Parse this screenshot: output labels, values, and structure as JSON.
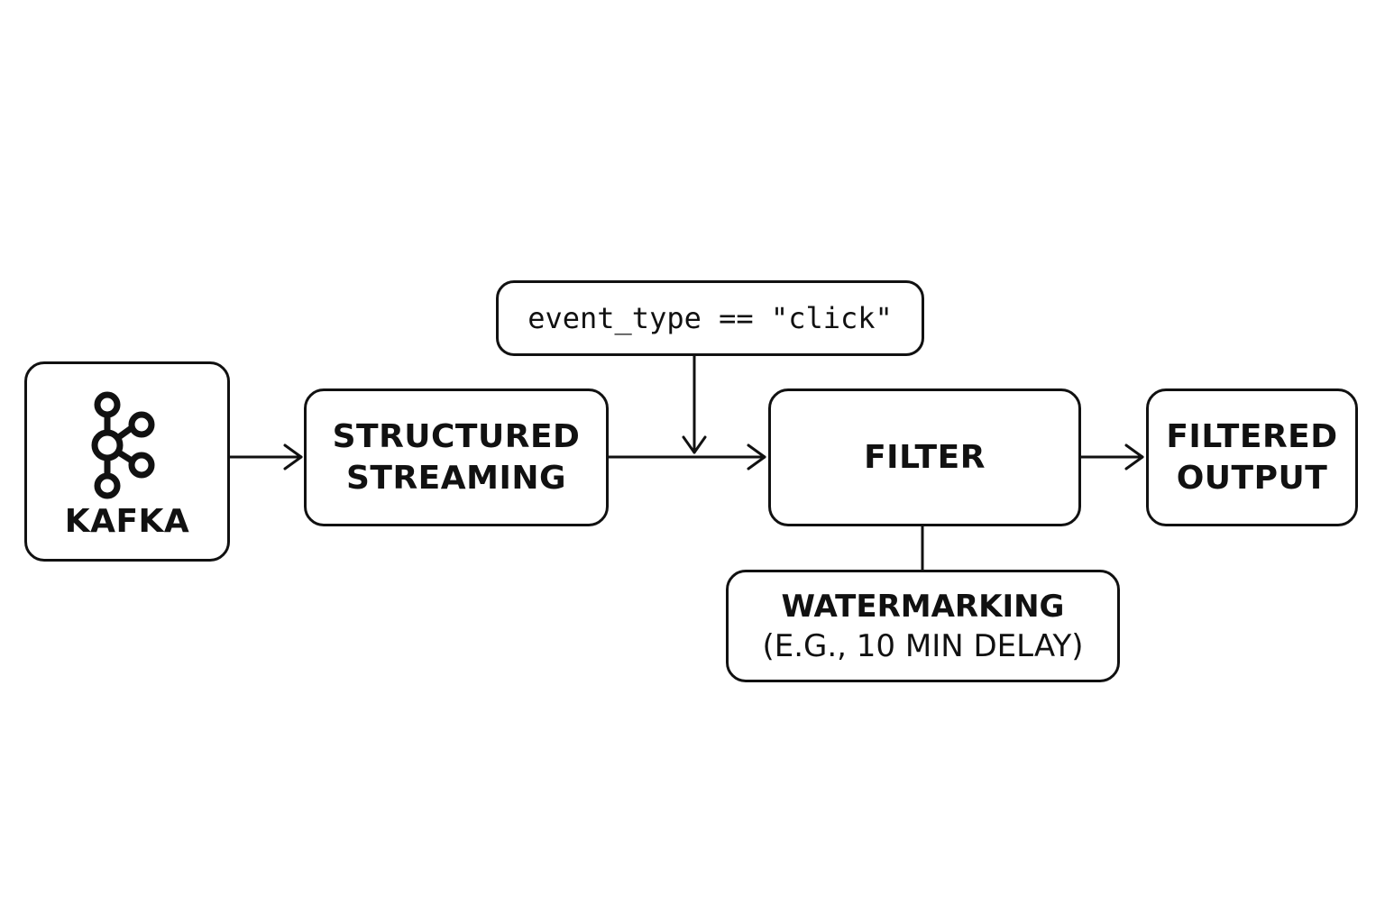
{
  "nodes": {
    "kafka": {
      "label": "KAFKA",
      "icon": "kafka-logo-icon"
    },
    "streaming": {
      "line1": "STRUCTURED",
      "line2": "STREAMING"
    },
    "condition": {
      "text": "event_type == \"click\""
    },
    "filter": {
      "label": "FILTER"
    },
    "output": {
      "line1": "FILTERED",
      "line2": "OUTPUT"
    },
    "watermark": {
      "line1": "WATERMARKING",
      "line2": "(E.G., 10 MIN DELAY)"
    }
  },
  "edges": [
    {
      "from": "kafka",
      "to": "streaming",
      "arrow": true
    },
    {
      "from": "streaming",
      "to": "filter",
      "arrow": true
    },
    {
      "from": "condition",
      "to": "streaming-filter-edge",
      "arrow": true
    },
    {
      "from": "filter",
      "to": "output",
      "arrow": true
    },
    {
      "from": "filter",
      "to": "watermark",
      "arrow": false
    }
  ],
  "colors": {
    "stroke": "#111111",
    "background": "#ffffff"
  }
}
